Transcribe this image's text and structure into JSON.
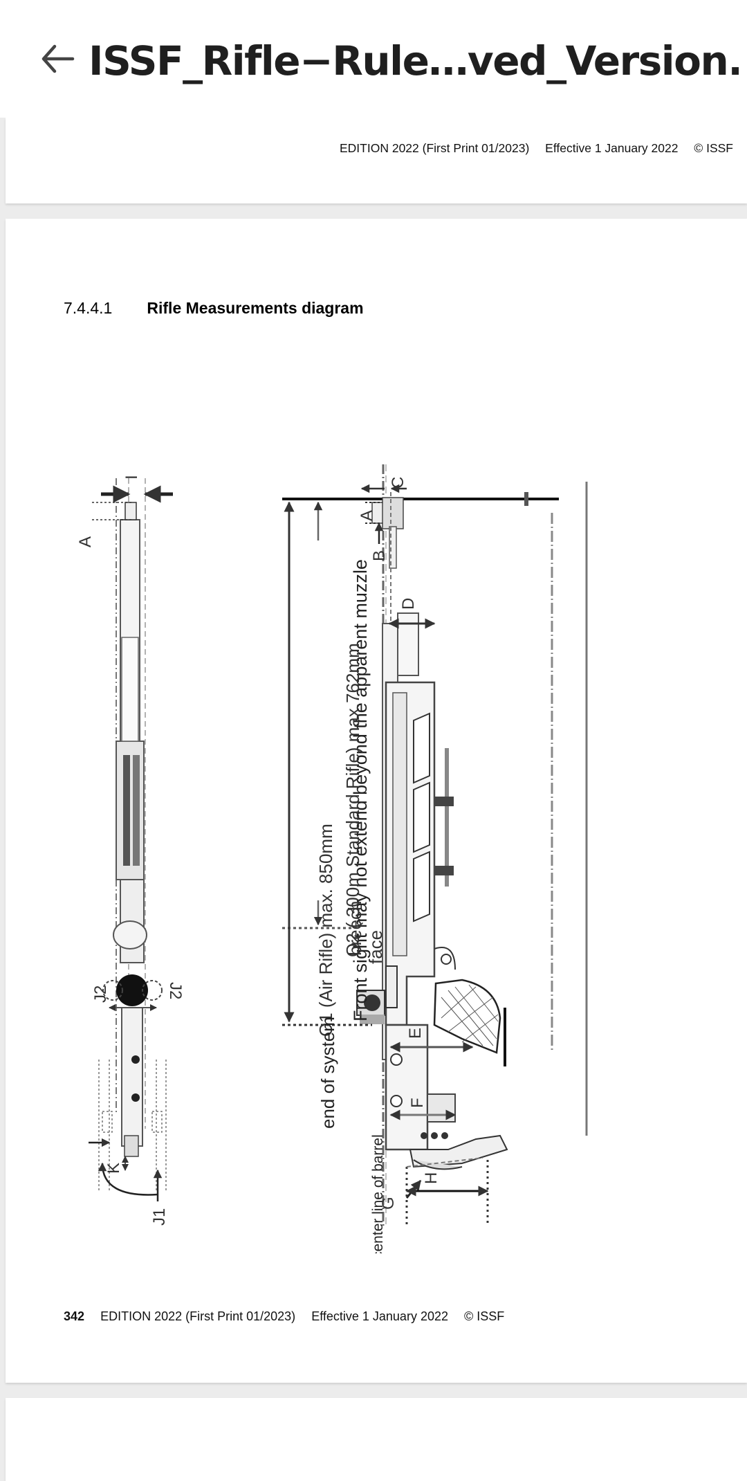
{
  "app_bar": {
    "title": "ISSF_Rifle−Rule…ved_Version.pdf",
    "back_icon": "arrow-left-icon"
  },
  "prev_page": {
    "footer": [
      "EDITION 2022 (First Print 01/2023)",
      "Effective 1 January 2022",
      "© ISSF"
    ]
  },
  "current_page": {
    "section_number": "7.4.4.1",
    "section_title": "Rifle Measurements diagram",
    "diagram_labels": {
      "front_sight": "Front sight may not extend beyond the apparent muzzle",
      "o1": "O1 (Air Rifle) max. 850mm",
      "o2": "O2 ( 300m Standard Rifle) max.762mm",
      "breech": "breech",
      "face": "face",
      "end_of_system": "end of system",
      "center_line": "center line of barrel",
      "letters": {
        "A": "A",
        "B": "B",
        "C": "C",
        "D": "D",
        "E": "E",
        "F": "F",
        "G": "G",
        "H": "H",
        "I": "I",
        "J1": "J1",
        "J2": "J2",
        "K": "K"
      }
    },
    "page_number": "342",
    "footer": [
      "EDITION 2022 (First Print 01/2023)",
      "Effective 1 January 2022",
      "© ISSF"
    ]
  }
}
